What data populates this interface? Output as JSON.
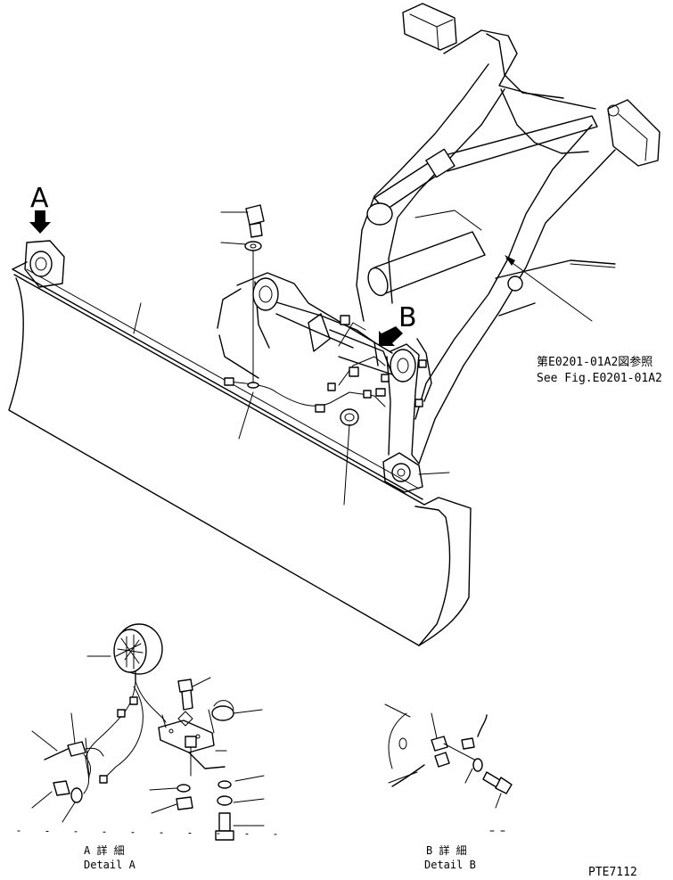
{
  "view_a_letter": "A",
  "view_b_letter": "B",
  "reference": {
    "jp": "第E0201-01A2図参照",
    "en": "See Fig.E0201-01A2"
  },
  "detail_a": {
    "jp": "A 詳 細",
    "en": "Detail A"
  },
  "detail_b": {
    "jp": "B 詳 細",
    "en": "Detail B"
  },
  "figure_code": "PTE7112"
}
